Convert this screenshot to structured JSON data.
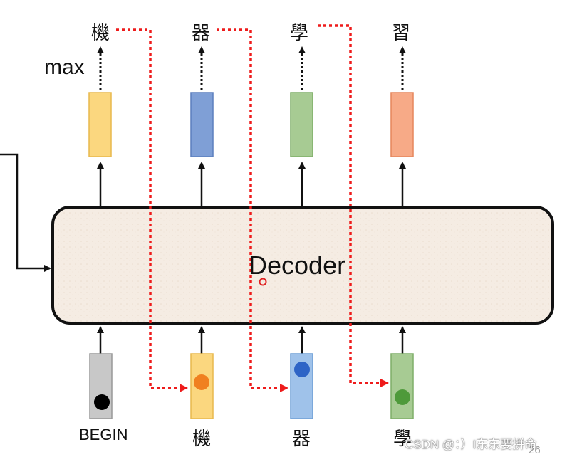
{
  "diagram": {
    "decoder_label": "Decoder",
    "max_label": "max",
    "output_tokens": [
      "機",
      "器",
      "學",
      "習"
    ],
    "input_tokens": [
      "BEGIN",
      "機",
      "器",
      "學"
    ],
    "colors": {
      "output_boxes": [
        "#fbd77f",
        "#7f9fd6",
        "#a7cb93",
        "#f7aa87"
      ],
      "input_boxes": [
        "#c8c8c8",
        "#fbd77f",
        "#9fc2ea",
        "#a7cb93"
      ],
      "input_dots": [
        "#000000",
        "#f08020",
        "#2e64c6",
        "#4e9a3a"
      ],
      "feedback_arrow": "#ee1b1b",
      "decoder_fill": "#f5ece3"
    }
  },
  "footer": {
    "watermark": "CSDN @：）I东东要拼命",
    "slide_number": "26"
  }
}
